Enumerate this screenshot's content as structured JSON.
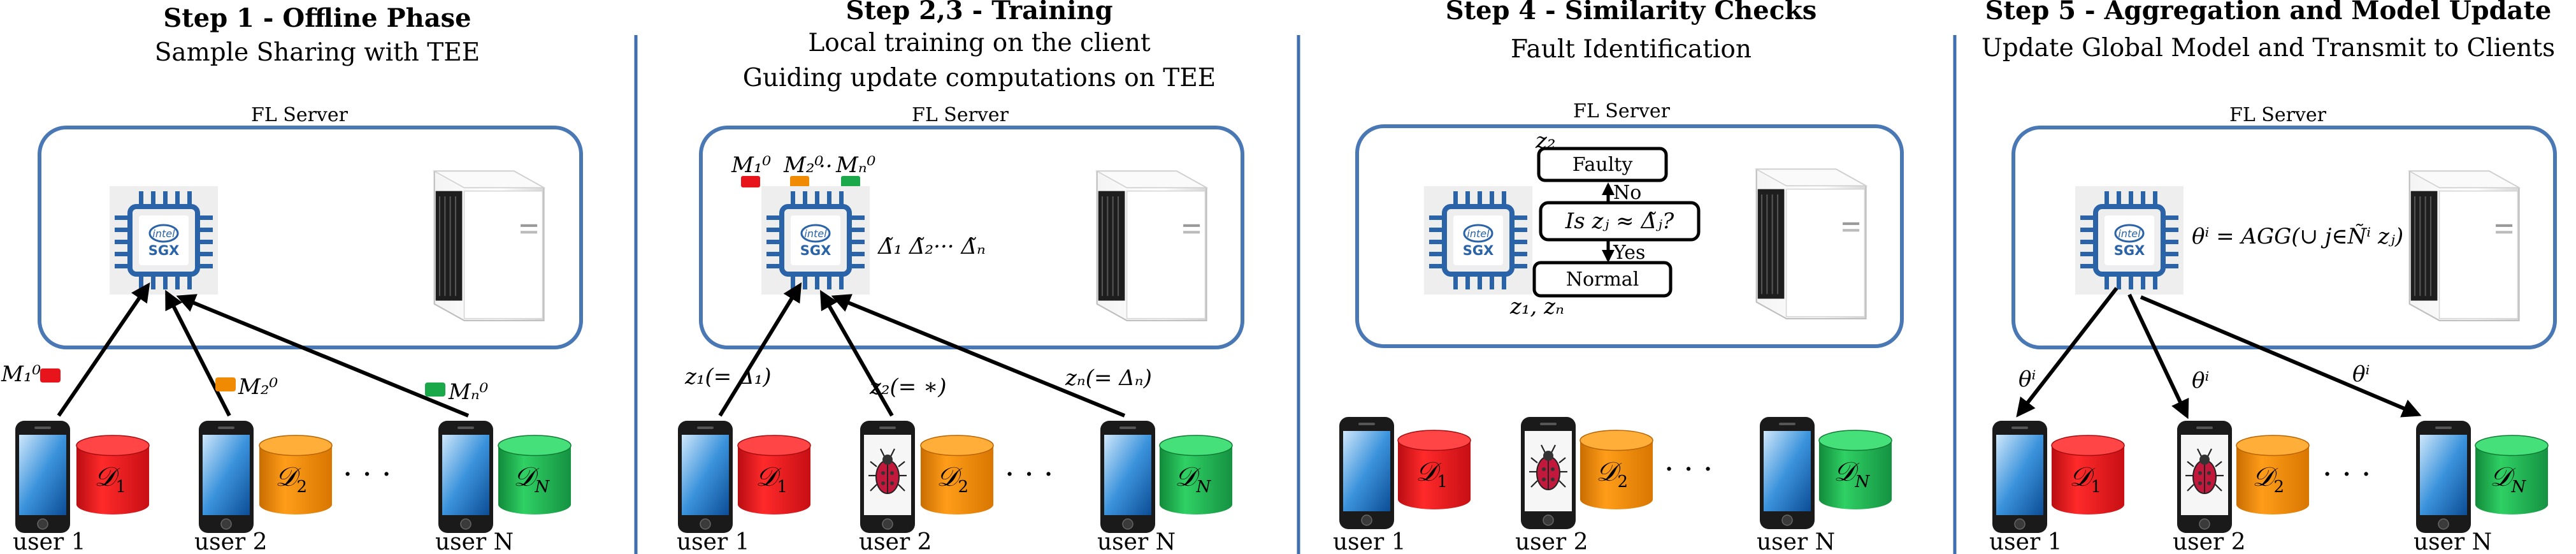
{
  "panels": [
    {
      "title": "Step 1 - Offline Phase",
      "subtitle": "Sample Sharing with TEE",
      "server_label": "FL Server",
      "chip_brand": "intel",
      "chip_text": "SGX",
      "users": [
        "user 1",
        "user 2",
        "user N"
      ],
      "data": [
        "D1",
        "D2",
        "DN"
      ],
      "arrow_labels": [
        "M₁⁰",
        "M₂⁰",
        "Mₙ⁰"
      ],
      "dots": "· · ·"
    },
    {
      "title": "Step 2,3 - Training",
      "subtitle": "Local training on the client",
      "subtitle2": "Guiding update computations on TEE",
      "server_label": "FL Server",
      "chip_brand": "intel",
      "chip_text": "SGX",
      "model_labels": [
        "M₁⁰",
        "M₂⁰",
        "Mₙ⁰"
      ],
      "model_ellipsis": "··",
      "deltas": "Δ̃₁   Δ̃₂··· Δ̃ₙ",
      "users": [
        "user 1",
        "user 2",
        "user N"
      ],
      "data": [
        "D1",
        "D2",
        "DN"
      ],
      "arrow_labels": [
        "z₁(= Δ₁)",
        "z₂(= ∗)",
        "zₙ(= Δₙ)"
      ],
      "dots": "· · ·"
    },
    {
      "title": "Step 4 - Similarity Checks",
      "subtitle": "Fault Identification",
      "server_label": "FL Server",
      "chip_brand": "intel",
      "chip_text": "SGX",
      "flow": {
        "z2": "z₂",
        "faulty": "Faulty",
        "no": "No",
        "question": "Is zⱼ ≈ Δ̃ⱼ?",
        "yes": "Yes",
        "normal": "Normal",
        "z1n": "z₁, zₙ"
      },
      "users": [
        "user 1",
        "user 2",
        "user N"
      ],
      "data": [
        "D1",
        "D2",
        "DN"
      ],
      "dots": "· · ·"
    },
    {
      "title": "Step 5 - Aggregation and Model Update",
      "subtitle": "Update Global Model and Transmit to Clients",
      "server_label": "FL Server",
      "chip_brand": "intel",
      "chip_text": "SGX",
      "formula": "θⁱ = AGG(∪ j∈Ñⁱ zⱼ)",
      "users": [
        "user 1",
        "user 2",
        "user N"
      ],
      "data": [
        "D1",
        "D2",
        "DN"
      ],
      "arrow_labels": [
        "θⁱ",
        "θⁱ",
        "θⁱ"
      ],
      "dots": "· · ·"
    }
  ],
  "colors": {
    "server_border": "#4a78b5",
    "divider": "#3f6fae",
    "db1": "#e8141b",
    "db2": "#f08a00",
    "dbN": "#1ba84a",
    "chip": "#2a63a8",
    "bug": "#c2183c"
  }
}
